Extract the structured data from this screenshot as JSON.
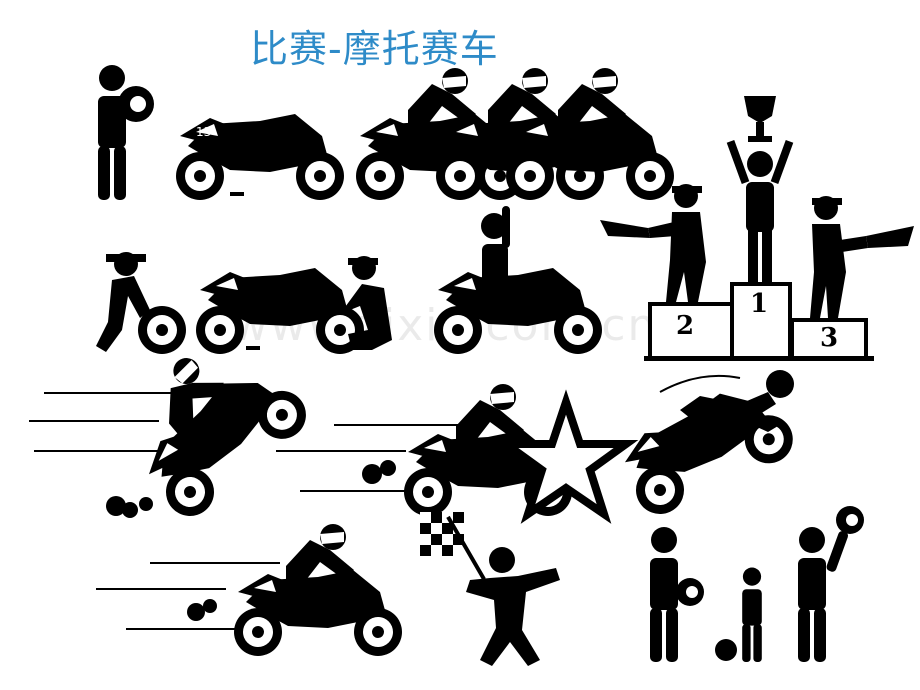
{
  "title": "比赛-摩托赛车",
  "watermark": "www.zixin.com.cn",
  "bike_number": "13",
  "podium": {
    "first": "1",
    "second": "2",
    "third": "3"
  },
  "colors": {
    "title": "#2e8bc8",
    "ink": "#000000",
    "background": "#ffffff"
  },
  "icons": [
    "rider-holding-helmet-icon",
    "parked-motorcycle-icon",
    "racing-motorcycles-group-icon",
    "pushing-wheel-icon",
    "mechanic-motorcycle-icon",
    "rider-waving-icon",
    "podium-winners-icon",
    "wheelie-rider-icon",
    "crash-rider-icon",
    "speeding-rider-icon",
    "checkered-flag-man-icon",
    "family-with-helmets-icon"
  ]
}
